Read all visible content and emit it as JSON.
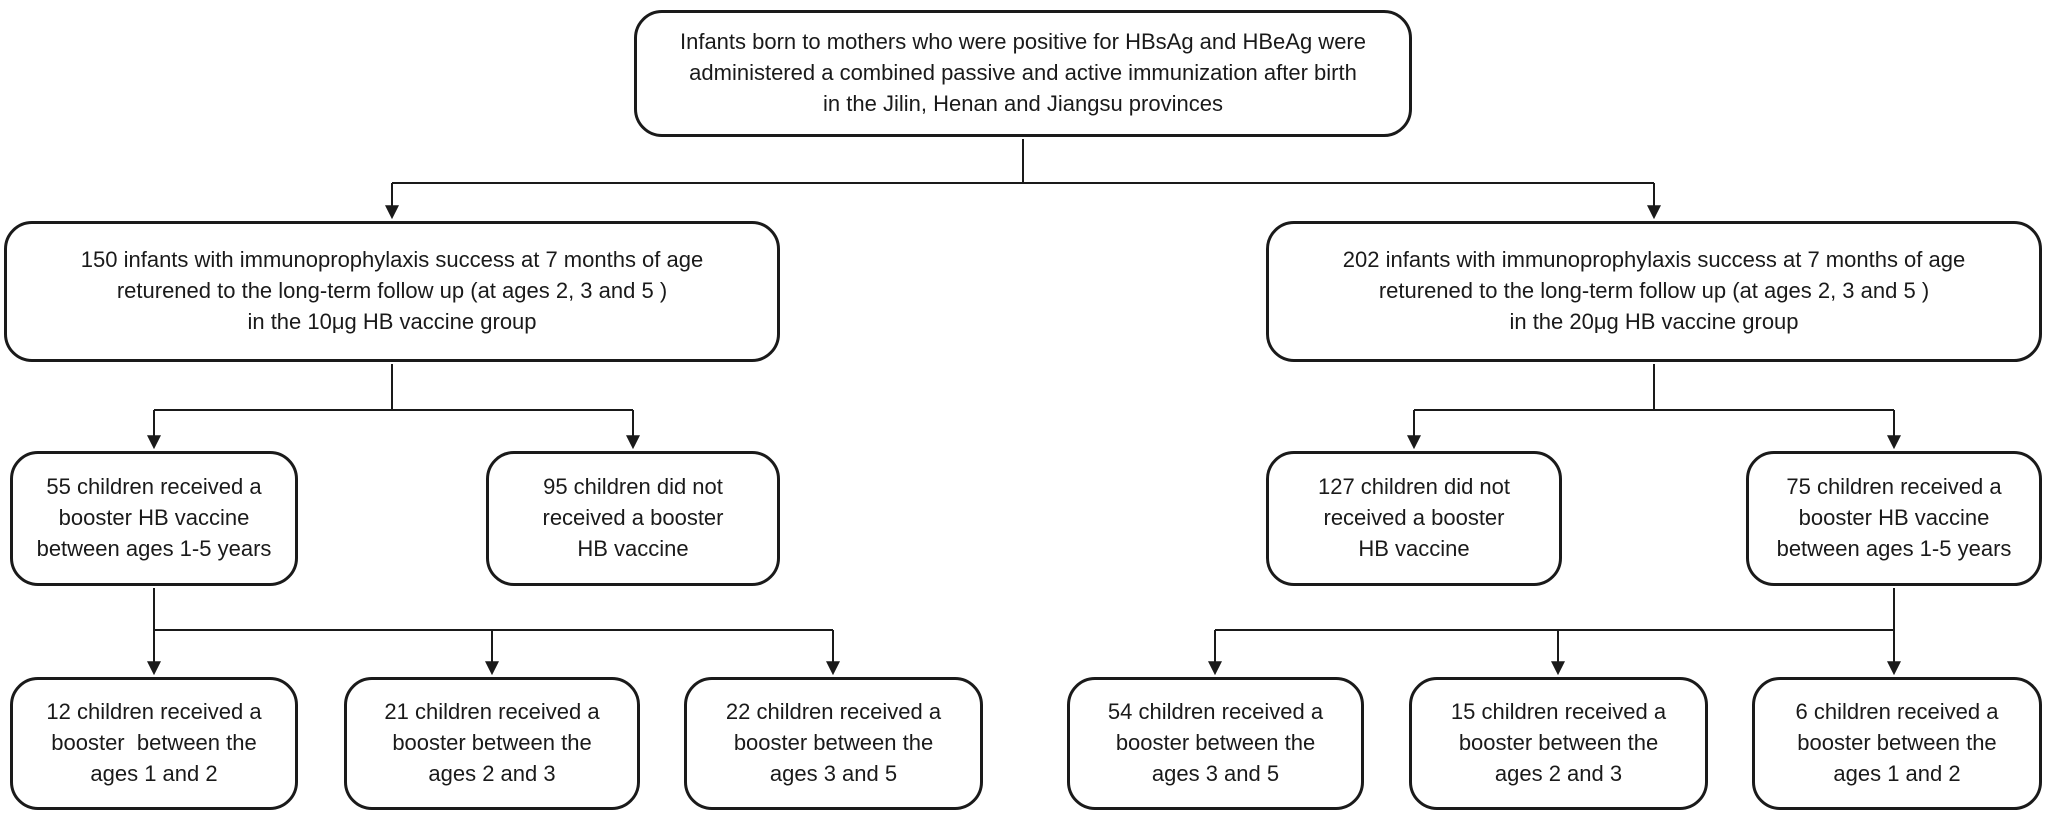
{
  "colors": {
    "line": "#1a1a1a",
    "box_border": "#1a1a1a",
    "box_background": "#ffffff",
    "text": "#1a1a1a"
  },
  "nodes": {
    "root": {
      "text": "Infants born to mothers who were positive for HBsAg and HBeAg were\nadministered a combined passive and active immunization after birth\nin the Jilin, Henan and Jiangsu provinces"
    },
    "cohort_10ug": {
      "text": "150 infants with immunoprophylaxis success at 7 months of age\nreturened to the long-term follow up (at ages 2, 3 and 5 )\nin the 10μg HB vaccine group"
    },
    "cohort_20ug": {
      "text": "202 infants with immunoprophylaxis success at 7 months of age\nreturened to the long-term follow up (at ages 2, 3 and 5 )\nin the 20μg HB vaccine group"
    },
    "booster_10ug": {
      "text": "55 children received a\nbooster HB vaccine\nbetween ages 1-5 years"
    },
    "no_booster_10ug": {
      "text": "95 children did not\nreceived a booster\nHB vaccine"
    },
    "no_booster_20ug": {
      "text": "127 children did not\nreceived a booster\nHB vaccine"
    },
    "booster_20ug": {
      "text": "75 children received a\nbooster HB vaccine\nbetween ages 1-5 years"
    },
    "booster_10ug_age_1_2": {
      "text": "12 children received a\nbooster  between the\nages 1 and 2"
    },
    "booster_10ug_age_2_3": {
      "text": "21 children received a\nbooster between the\nages 2 and 3"
    },
    "booster_10ug_age_3_5": {
      "text": "22 children received a\nbooster between the\nages 3 and 5"
    },
    "booster_20ug_age_3_5": {
      "text": "54 children received a\nbooster between the\nages 3 and 5"
    },
    "booster_20ug_age_2_3": {
      "text": "15 children received a\nbooster between the\nages 2 and 3"
    },
    "booster_20ug_age_1_2": {
      "text": "6 children received a\nbooster between the\nages 1 and 2"
    }
  }
}
